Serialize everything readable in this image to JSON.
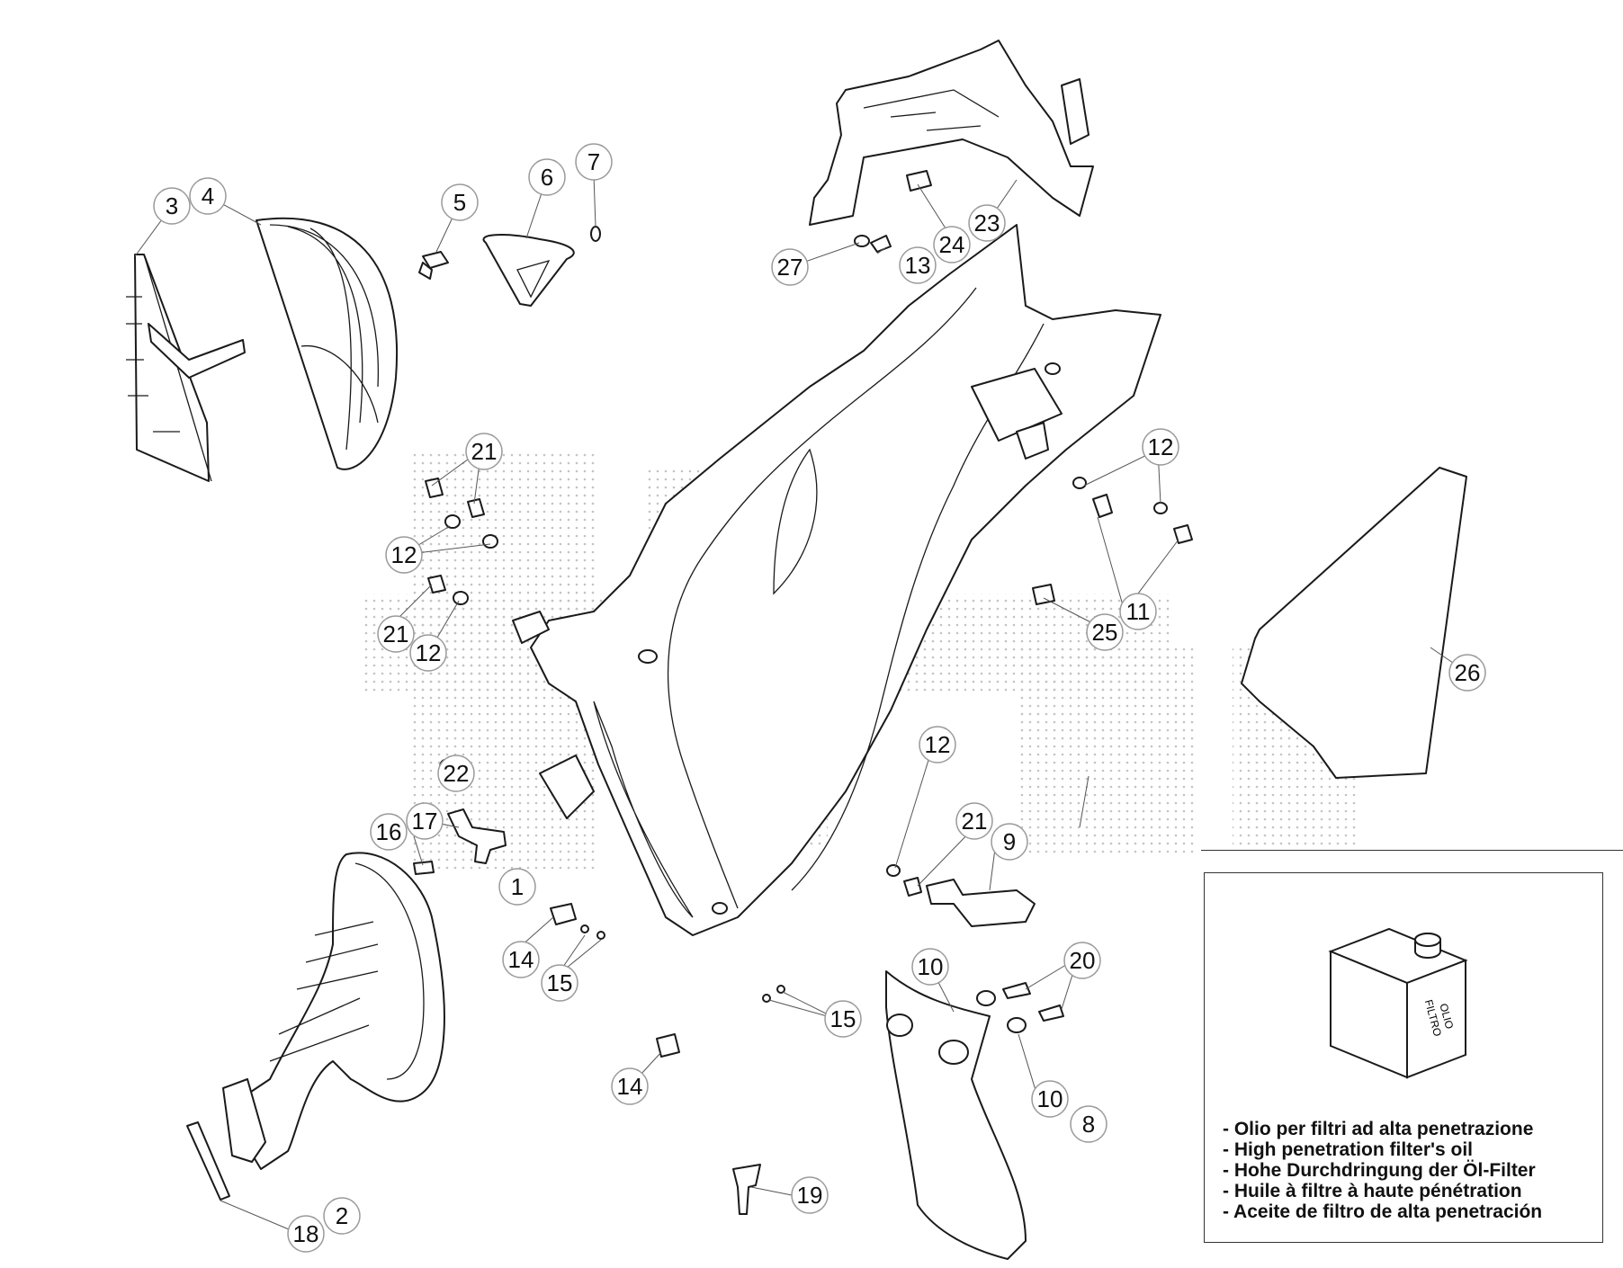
{
  "callouts": [
    {
      "label": "1"
    },
    {
      "label": "2"
    },
    {
      "label": "3"
    },
    {
      "label": "4"
    },
    {
      "label": "5"
    },
    {
      "label": "6"
    },
    {
      "label": "7"
    },
    {
      "label": "8"
    },
    {
      "label": "9"
    },
    {
      "label": "10"
    },
    {
      "label": "10"
    },
    {
      "label": "11"
    },
    {
      "label": "12"
    },
    {
      "label": "12"
    },
    {
      "label": "12"
    },
    {
      "label": "12"
    },
    {
      "label": "13"
    },
    {
      "label": "14"
    },
    {
      "label": "14"
    },
    {
      "label": "15"
    },
    {
      "label": "15"
    },
    {
      "label": "16"
    },
    {
      "label": "17"
    },
    {
      "label": "18"
    },
    {
      "label": "19"
    },
    {
      "label": "20"
    },
    {
      "label": "21"
    },
    {
      "label": "21"
    },
    {
      "label": "21"
    },
    {
      "label": "22"
    },
    {
      "label": "23"
    },
    {
      "label": "24"
    },
    {
      "label": "25"
    },
    {
      "label": "26"
    },
    {
      "label": "27"
    }
  ],
  "oil_note": {
    "can_label_line1": "OLIO",
    "can_label_line2": "FILTRO",
    "lines": [
      "- Olio per filtri ad alta penetrazione",
      "- High penetration filter's oil",
      "- Hohe Durchdringung der Öl-Filter",
      "- Huile à filtre à haute pénétration",
      "- Aceite de filtro de alta penetración"
    ]
  },
  "icons": {
    "callout_marker": "numbered-circle-icon",
    "oil_can": "oil-can-icon"
  }
}
